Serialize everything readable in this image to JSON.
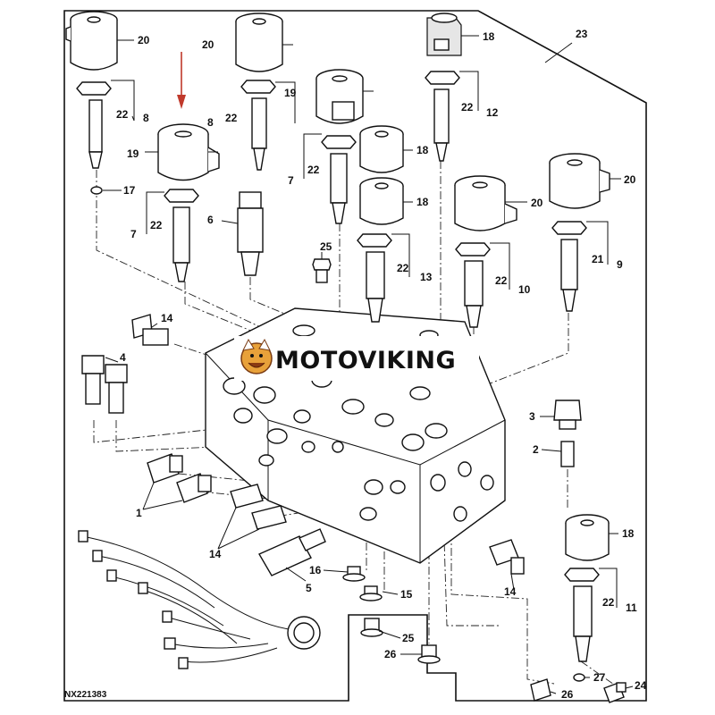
{
  "watermark": {
    "text": "MOTOVIKING"
  },
  "figure_ref": "NX221383",
  "colors": {
    "line": "#111111",
    "arrow": "#c0392b",
    "watermark_bg": "#ffffff"
  },
  "callouts": {
    "c20a": "20",
    "c20b": "20",
    "c20c": "20",
    "c20d": "20",
    "c18a": "18",
    "c18b": "18",
    "c18c": "18",
    "c18d": "18",
    "c23": "23",
    "c22a": "22",
    "c22b": "22",
    "c22c": "22",
    "c22d": "22",
    "c22e": "22",
    "c22f": "22",
    "c22g": "22",
    "c22h": "22",
    "c8a": "8",
    "c8b": "8",
    "c12": "12",
    "c19a": "19",
    "c19b": "19",
    "c17": "17",
    "c7a": "7",
    "c7b": "7",
    "c6": "6",
    "c25a": "25",
    "c25b": "25",
    "c13": "13",
    "c10": "10",
    "c21": "21",
    "c9": "9",
    "c14a": "14",
    "c14b": "14",
    "c14c": "14",
    "c4": "4",
    "c3": "3",
    "c2": "2",
    "c1": "1",
    "c5": "5",
    "c16": "16",
    "c15": "15",
    "c11": "11",
    "c26a": "26",
    "c26b": "26",
    "c27": "27",
    "c24": "24"
  }
}
